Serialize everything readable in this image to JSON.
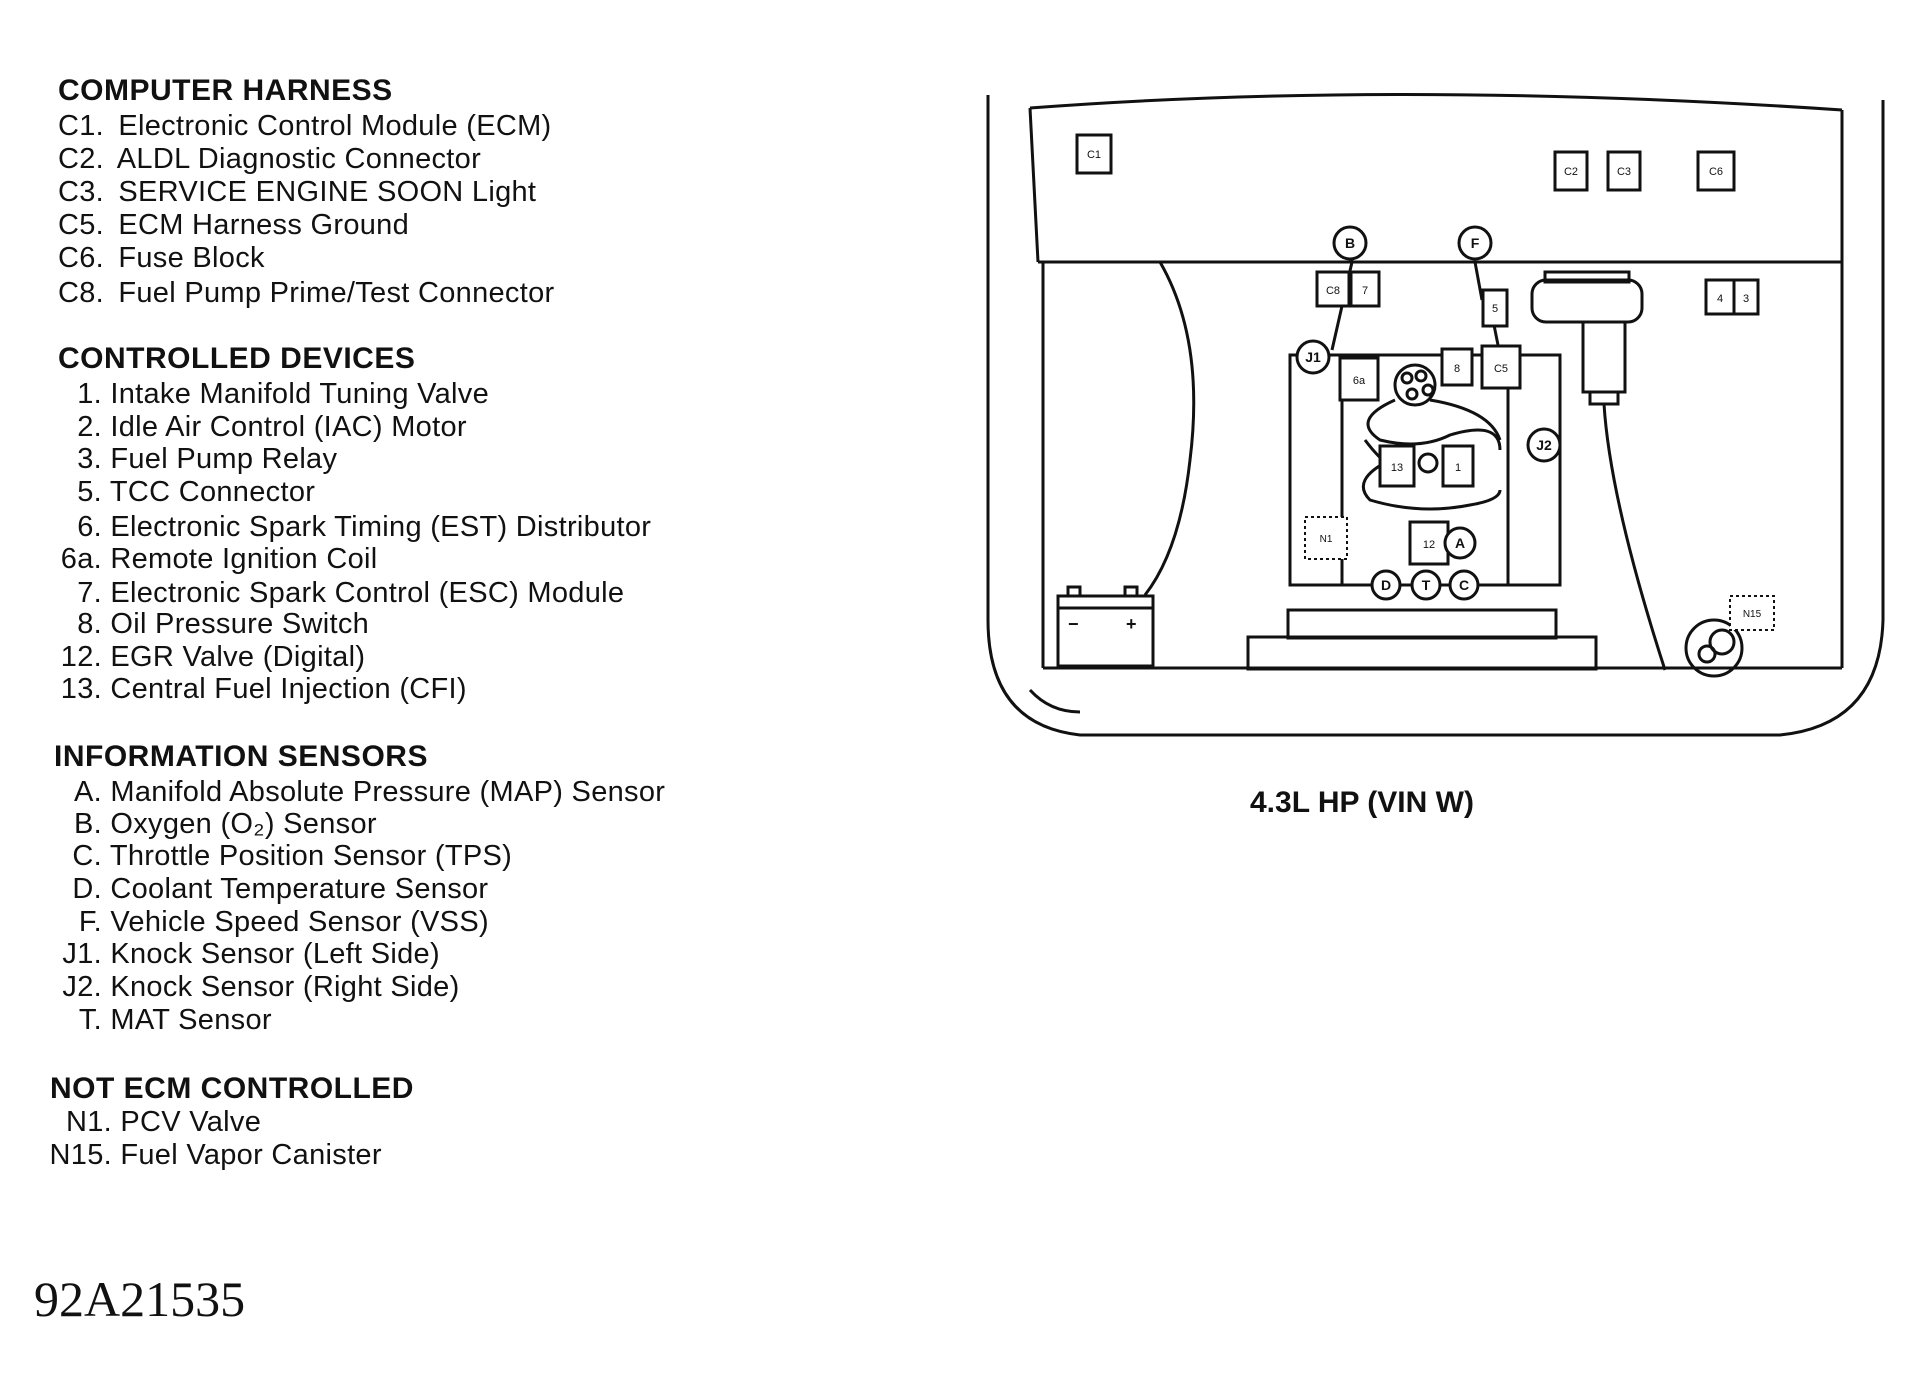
{
  "sections": [
    {
      "title": "COMPUTER HARNESS",
      "items": [
        {
          "code": "C1.",
          "text": "Electronic Control Module (ECM)"
        },
        {
          "code": "C2.",
          "text": "ALDL Diagnostic Connector"
        },
        {
          "code": "C3.",
          "text": "SERVICE ENGINE SOON Light"
        },
        {
          "code": "C5.",
          "text": "ECM Harness Ground"
        },
        {
          "code": "C6.",
          "text": "Fuse Block"
        },
        {
          "code": "C8.",
          "text": "Fuel Pump Prime/Test Connector"
        }
      ]
    },
    {
      "title": "CONTROLLED DEVICES",
      "items": [
        {
          "code": "1.",
          "text": "Intake Manifold Tuning Valve"
        },
        {
          "code": "2.",
          "text": "Idle Air Control (IAC) Motor"
        },
        {
          "code": "3.",
          "text": "Fuel Pump Relay"
        },
        {
          "code": "5.",
          "text": "TCC Connector"
        },
        {
          "code": "6.",
          "text": "Electronic Spark Timing (EST) Distributor"
        },
        {
          "code": "6a.",
          "text": "Remote Ignition Coil"
        },
        {
          "code": "7.",
          "text": "Electronic Spark Control (ESC) Module"
        },
        {
          "code": "8.",
          "text": "Oil Pressure Switch"
        },
        {
          "code": "12.",
          "text": "EGR Valve (Digital)"
        },
        {
          "code": "13.",
          "text": "Central Fuel Injection (CFI)"
        }
      ]
    },
    {
      "title": "INFORMATION SENSORS",
      "items": [
        {
          "code": "A.",
          "text": "Manifold Absolute Pressure (MAP) Sensor"
        },
        {
          "code": "B.",
          "text": "Oxygen (O₂) Sensor"
        },
        {
          "code": "C.",
          "text": "Throttle Position Sensor (TPS)"
        },
        {
          "code": "D.",
          "text": "Coolant Temperature Sensor"
        },
        {
          "code": "F.",
          "text": "Vehicle Speed Sensor (VSS)"
        },
        {
          "code": "J1.",
          "text": "Knock Sensor (Left Side)"
        },
        {
          "code": "J2.",
          "text": "Knock Sensor (Right Side)"
        },
        {
          "code": "T.",
          "text": "MAT Sensor"
        }
      ]
    },
    {
      "title": "NOT ECM CONTROLLED",
      "items": [
        {
          "code": "N1.",
          "text": "PCV Valve"
        },
        {
          "code": "N15.",
          "text": "Fuel Vapor Canister"
        }
      ]
    }
  ],
  "diagram": {
    "caption": "4.3L HP (VIN W)",
    "labels": {
      "c1": "C1",
      "c2": "C2",
      "c3": "C3",
      "c6": "C6",
      "b": "B",
      "f": "F",
      "c8": "C8",
      "seven": "7",
      "five": "5",
      "four": "4",
      "three": "3",
      "j1": "J1",
      "j2": "J2",
      "sixa": "6a",
      "eight": "8",
      "c5": "C5",
      "thirteen": "13",
      "one": "1",
      "twelve": "12",
      "a": "A",
      "d": "D",
      "t": "T",
      "c": "C",
      "n1": "N1",
      "n15": "N15",
      "minus": "−",
      "plus": "+"
    }
  },
  "figure_id": "92A21535"
}
